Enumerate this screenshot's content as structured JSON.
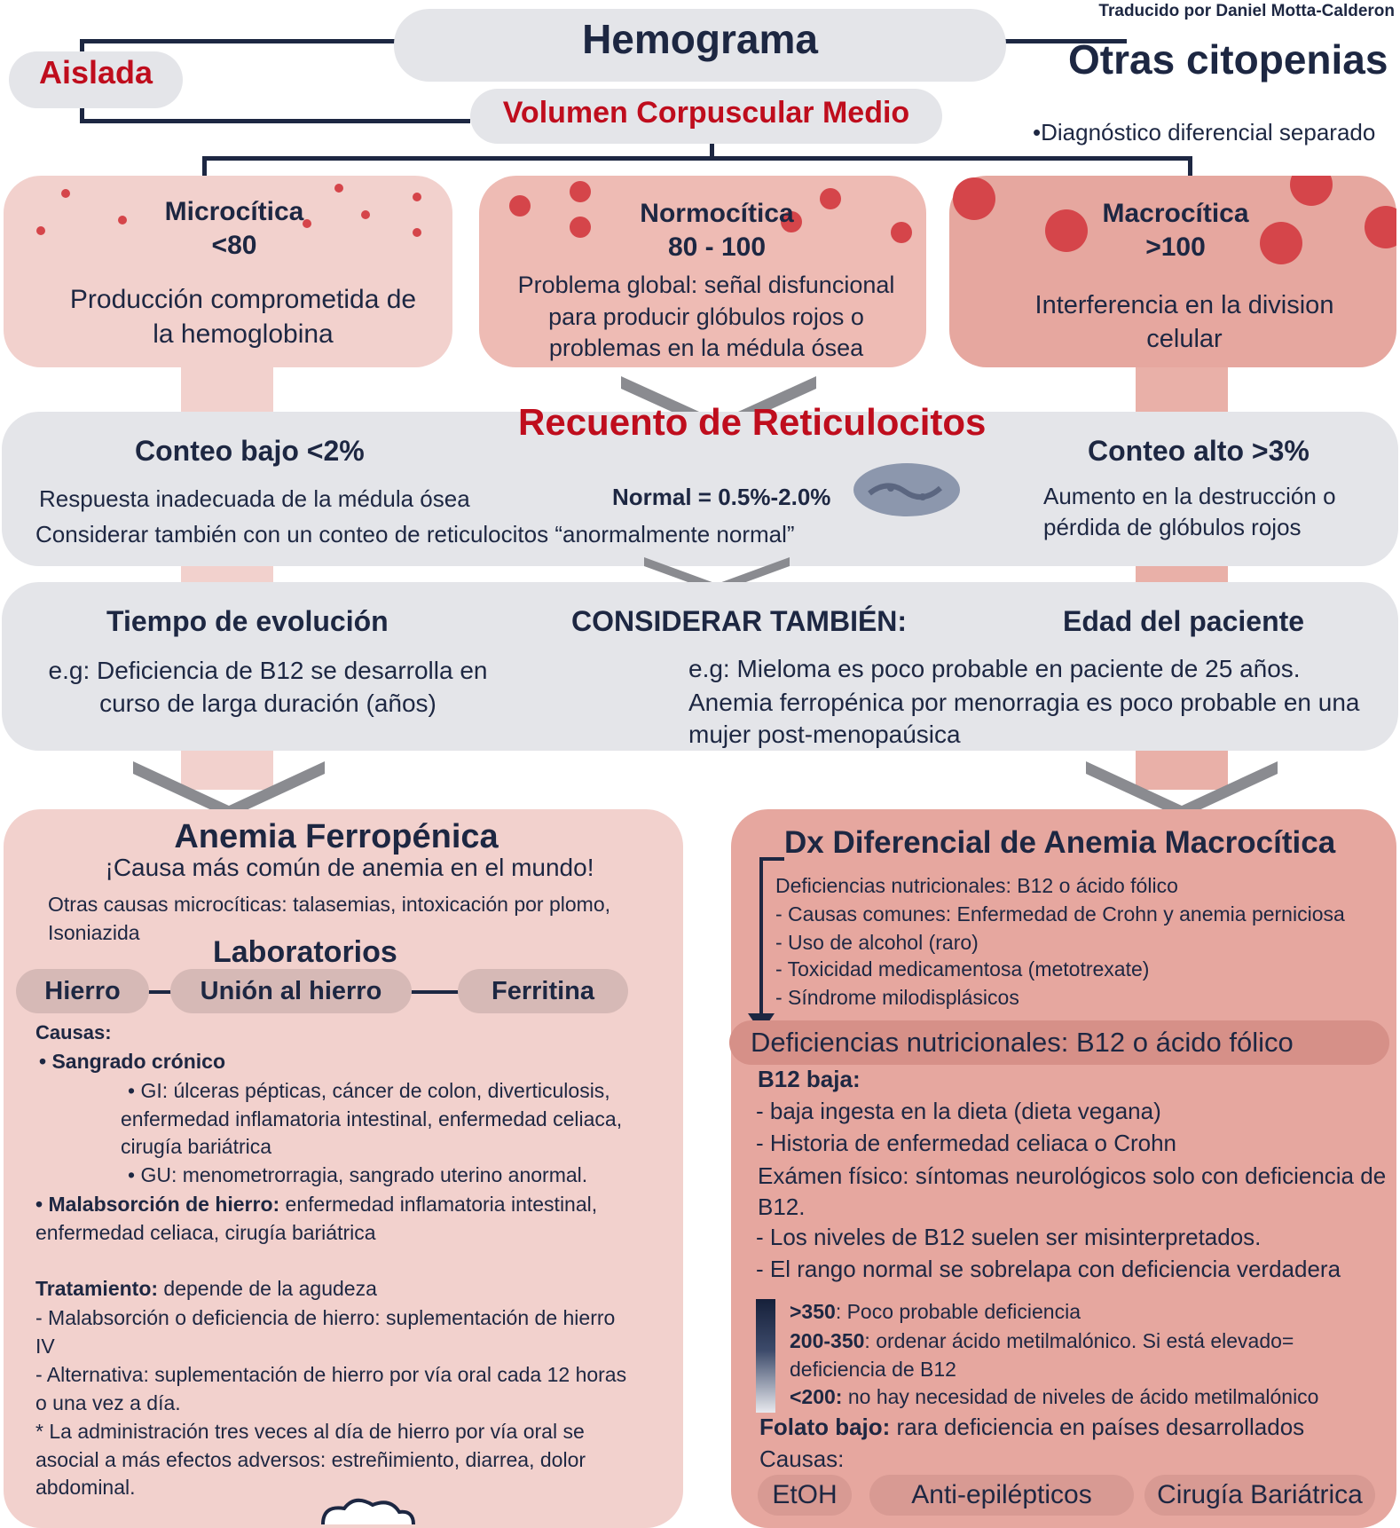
{
  "credit": "Traducido por Daniel Motta-Calderon",
  "top": {
    "title": "Hemograma",
    "isolated": "Aislada",
    "mcv": "Volumen Corpuscular Medio",
    "other": "Otras citopenias",
    "other_note": "Diagnóstico diferencial separado"
  },
  "mcv_boxes": [
    {
      "name": "Microcítica",
      "range": "<80",
      "desc": "Producción comprometida de la hemoglobina"
    },
    {
      "name": "Normocítica",
      "range": "80 - 100",
      "desc": "Problema global: señal disfuncional para producir glóbulos rojos o problemas en la médula ósea"
    },
    {
      "name": "Macrocítica",
      "range": ">100",
      "desc": "Interferencia en la division celular"
    }
  ],
  "retic": {
    "title": "Recuento de Reticulocitos",
    "low_title": "Conteo bajo <2%",
    "low_desc": "Respuesta inadecuada de la médula ósea",
    "low_note": "Considerar también con un conteo de reticulocitos “anormalmente normal”",
    "normal": "Normal = 0.5%-2.0%",
    "high_title": "Conteo alto >3%",
    "high_desc": "Aumento en la destrucción o pérdida de glóbulos rojos"
  },
  "consider": {
    "title": "CONSIDERAR TAMBIÉN:",
    "time_title": "Tiempo de evolución",
    "time_desc": "e.g: Deficiencia de B12 se desarrolla en curso de larga duración (años)",
    "age_title": "Edad del paciente",
    "age_desc1": "e.g: Mieloma es poco probable en paciente de 25 años.",
    "age_desc2": "Anemia ferropénica por menorragia es poco probable en una mujer post-menopaúsica"
  },
  "iron": {
    "title": "Anemia Ferropénica",
    "subtitle": "¡Causa más común de anemia en el mundo!",
    "other_causes": "Otras causas microcíticas: talasemias, intoxicación por plomo, Isoniazida",
    "labs_title": "Laboratorios",
    "labs": [
      "Hierro",
      "Unión al hierro",
      "Ferritina"
    ],
    "causes_title": "Causas:",
    "bleeding_title": "Sangrado crónico",
    "gi": "GI: úlceras pépticas, cáncer de colon, diverticulosis, enfermedad inflamatoria intestinal, enfermedad celiaca, cirugía bariátrica",
    "gu": "GU: menometrorragia, sangrado uterino anormal.",
    "malabs_title": "Malabsorción de hierro:",
    "malabs_desc": " enfermedad inflamatoria intestinal, enfermedad celiaca, cirugía bariátrica",
    "treatment_title": "Tratamiento:",
    "treatment_desc": " depende de la agudeza",
    "treatment_1": "- Malabsorción o deficiencia de hierro: suplementación de hierro IV",
    "treatment_2": "- Alternativa: suplementación de hierro por vía oral cada 12 horas o una vez a día.",
    "treatment_note": "* La administración tres veces al día de hierro por vía oral se asocial a más efectos adversos: estreñimiento, diarrea, dolor abdominal."
  },
  "macro": {
    "title": "Dx Diferencial de Anemia Macrocítica",
    "items": [
      "Deficiencias nutricionales: B12 o ácido fólico",
      "- Causas comunes: Enfermedad de Crohn y anemia perniciosa",
      "- Uso de alcohol (raro)",
      "- Toxicidad medicamentosa (metotrexate)",
      "- Síndrome milodisplásicos"
    ],
    "nutri_title": "Deficiencias nutricionales: B12 o ácido fólico",
    "b12_title": "B12 baja:",
    "b12_items": [
      "- baja ingesta en la dieta (dieta vegana)",
      "- Historia de enfermedad celiaca o Crohn",
      "Exámen físico: síntomas neurológicos solo con deficiencia de B12.",
      "- Los niveles de B12 suelen ser misinterpretados.",
      "- El rango normal se sobrelapa con deficiencia verdadera"
    ],
    "level_high_label": ">350",
    "level_high_desc": ": Poco probable deficiencia",
    "level_mid_label": "200-350",
    "level_mid_desc": ": ordenar ácido metilmalónico. Si está elevado= deficiencia de B12",
    "level_low_label": "<200:",
    "level_low_desc": " no hay necesidad de niveles de ácido metilmalónico",
    "folate_title": "Folato bajo:",
    "folate_desc": " rara deficiencia en países desarrollados",
    "causes_title": "Causas:",
    "causes": [
      "EtOH",
      "Anti-epilépticos",
      "Cirugía Bariátrica"
    ]
  }
}
